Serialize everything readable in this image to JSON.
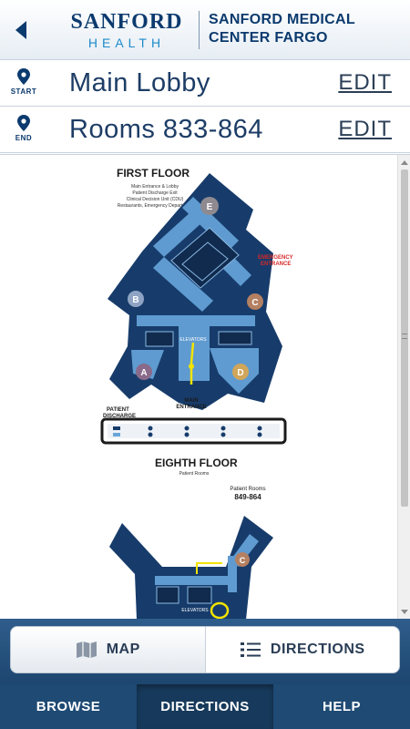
{
  "header": {
    "back_icon": "chevron-left-icon",
    "logo_top": "SANFORD",
    "logo_bottom": "HEALTH",
    "center_line1": "SANFORD MEDICAL",
    "center_line2": "CENTER FARGO"
  },
  "route": {
    "start": {
      "pin_label": "START",
      "value": "Main Lobby",
      "edit_label": "EDIT"
    },
    "end": {
      "pin_label": "END",
      "value": "Rooms 833-864",
      "edit_label": "EDIT"
    }
  },
  "map": {
    "first_floor": {
      "title": "FIRST FLOOR",
      "note_line1": "Main Entrance & Lobby",
      "note_line2": "Patient Discharge Exit",
      "note_line3": "Clinical Decision Unit (CDU)",
      "note_line4": "Restaurants, Emergency Department",
      "emergency_line1": "EMERGENCY",
      "emergency_line2": "ENTRANCE",
      "patient_discharge_line1": "PATIENT",
      "patient_discharge_line2": "DISCHARGE",
      "main_entrance_line1": "MAIN",
      "main_entrance_line2": "ENTRANCE",
      "elevators_label": "ELEVATORS",
      "markers": [
        "E",
        "B",
        "C",
        "A",
        "D"
      ]
    },
    "eighth_floor": {
      "title": "EIGHTH FLOOR",
      "subtitle": "Patient Rooms",
      "rooms_label": "Patient Rooms",
      "rooms_range": "849-864",
      "elevators_label": "ELEVATORS",
      "markers": [
        "C"
      ]
    },
    "colors": {
      "building": "#173c6b",
      "corridor": "#6aa6d9",
      "emergency": "#d62828",
      "route": "#f2e300"
    }
  },
  "toggle": {
    "map_label": "MAP",
    "map_icon": "folded-map-icon",
    "directions_label": "DIRECTIONS",
    "directions_icon": "list-icon"
  },
  "nav": {
    "browse": "BROWSE",
    "directions": "DIRECTIONS",
    "help": "HELP"
  }
}
